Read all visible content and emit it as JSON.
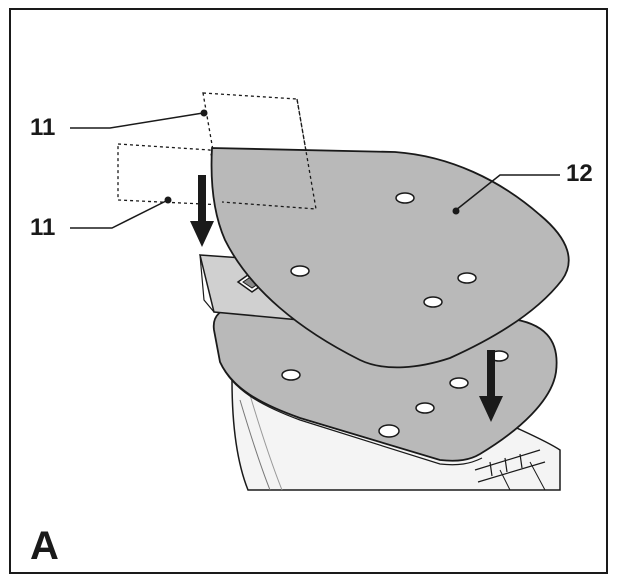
{
  "callouts": {
    "label_11_top": "11",
    "label_11_bottom": "11",
    "label_12": "12"
  },
  "figure_label": "A",
  "colors": {
    "plate_fill": "#b9b9b9",
    "line": "#1a1a1a",
    "background": "#ffffff"
  }
}
